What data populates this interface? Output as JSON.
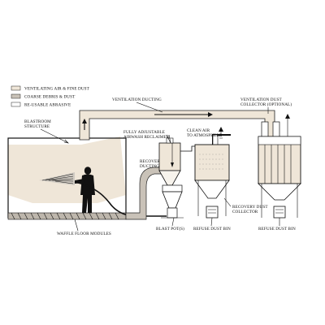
{
  "legend": {
    "items": [
      {
        "label": "VENTILATING AIR & FINE DUST",
        "swatch": "#efe6d8"
      },
      {
        "label": "COARSE DEBRIS & DUST",
        "swatch": "#c9c2b8"
      },
      {
        "label": "RE-USABLE ABRASIVE",
        "swatch": "#ffffff"
      }
    ]
  },
  "labels": {
    "ventilation_ducting": "VENTILATION DUCTING",
    "ventilation_dust_collector_line1": "VENTILATION DUST",
    "ventilation_dust_collector_line2": "COLLECTOR (OPTIONAL)",
    "blastroom_structure_line1": "BLASTROOM",
    "blastroom_structure_line2": "STRUCTURE",
    "airwash_reclaimer_line1": "FULLY ADJUSTABLE",
    "airwash_reclaimer_line2": "AIRWASH RECLAIMER",
    "clean_air_line1": "CLEAN AIR",
    "clean_air_line2": "TO ATMOSPHERE",
    "recovery_ducting_line1": "RECOVERY",
    "recovery_ducting_line2": "DUCTING",
    "waffle_floor_modules": "WAFFLE FLOOR MODULES",
    "recovery_dust_collector_line1": "RECOVERY DUST",
    "recovery_dust_collector_line2": "COLLECTOR",
    "blast_pots": "BLAST POT(S)",
    "refuse_dust_bin_center": "REFUSE DUST BIN",
    "refuse_dust_bin_right": "REFUSE DUST BIN"
  },
  "colors": {
    "duct_fill": "#efe6d8",
    "coarse_fill": "#c9c2b8",
    "line": "#111111"
  }
}
